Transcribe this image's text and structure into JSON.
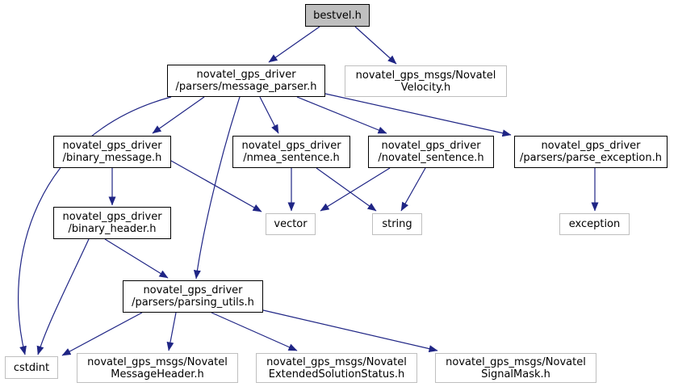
{
  "colors": {
    "edge": "#1f2585",
    "node_border_internal": "#000000",
    "node_border_external": "#bfbfbf",
    "root_fill": "#bfbfbf",
    "node_fill": "#ffffff",
    "text": "#000000",
    "background": "#ffffff"
  },
  "graph": {
    "type": "include-dependency-graph",
    "root": "bestvel.h",
    "nodes": [
      {
        "id": "bestvel",
        "label": "bestvel.h",
        "style": "root",
        "link": false
      },
      {
        "id": "message-parser",
        "label": "novatel_gps_driver\n/parsers/message_parser.h",
        "style": "internal",
        "link": true
      },
      {
        "id": "novatel-velocity",
        "label": "novatel_gps_msgs/Novatel\nVelocity.h",
        "style": "external",
        "link": false
      },
      {
        "id": "binary-message",
        "label": "novatel_gps_driver\n/binary_message.h",
        "style": "internal",
        "link": true
      },
      {
        "id": "nmea-sentence",
        "label": "novatel_gps_driver\n/nmea_sentence.h",
        "style": "internal",
        "link": true
      },
      {
        "id": "novatel-sentence",
        "label": "novatel_gps_driver\n/novatel_sentence.h",
        "style": "internal",
        "link": true
      },
      {
        "id": "parse-exception",
        "label": "novatel_gps_driver\n/parsers/parse_exception.h",
        "style": "internal",
        "link": true
      },
      {
        "id": "binary-header",
        "label": "novatel_gps_driver\n/binary_header.h",
        "style": "internal",
        "link": true
      },
      {
        "id": "vector",
        "label": "vector",
        "style": "external",
        "link": false
      },
      {
        "id": "string",
        "label": "string",
        "style": "external",
        "link": false
      },
      {
        "id": "exception",
        "label": "exception",
        "style": "external",
        "link": false
      },
      {
        "id": "parsing-utils",
        "label": "novatel_gps_driver\n/parsers/parsing_utils.h",
        "style": "internal",
        "link": true
      },
      {
        "id": "cstdint",
        "label": "cstdint",
        "style": "external",
        "link": false
      },
      {
        "id": "novatel-message-header",
        "label": "novatel_gps_msgs/Novatel\nMessageHeader.h",
        "style": "external",
        "link": false
      },
      {
        "id": "novatel-extended-solution-status",
        "label": "novatel_gps_msgs/Novatel\nExtendedSolutionStatus.h",
        "style": "external",
        "link": false
      },
      {
        "id": "novatel-signal-mask",
        "label": "novatel_gps_msgs/Novatel\nSignalMask.h",
        "style": "external",
        "link": false
      }
    ],
    "edges": [
      {
        "from": "bestvel",
        "to": "message-parser"
      },
      {
        "from": "bestvel",
        "to": "novatel-velocity"
      },
      {
        "from": "message-parser",
        "to": "binary-message"
      },
      {
        "from": "message-parser",
        "to": "cstdint"
      },
      {
        "from": "message-parser",
        "to": "nmea-sentence"
      },
      {
        "from": "message-parser",
        "to": "novatel-sentence"
      },
      {
        "from": "message-parser",
        "to": "parse-exception"
      },
      {
        "from": "message-parser",
        "to": "parsing-utils"
      },
      {
        "from": "binary-message",
        "to": "binary-header"
      },
      {
        "from": "binary-message",
        "to": "vector"
      },
      {
        "from": "nmea-sentence",
        "to": "vector"
      },
      {
        "from": "nmea-sentence",
        "to": "string"
      },
      {
        "from": "novatel-sentence",
        "to": "vector"
      },
      {
        "from": "novatel-sentence",
        "to": "string"
      },
      {
        "from": "parse-exception",
        "to": "exception"
      },
      {
        "from": "binary-header",
        "to": "cstdint"
      },
      {
        "from": "binary-header",
        "to": "parsing-utils"
      },
      {
        "from": "parsing-utils",
        "to": "cstdint"
      },
      {
        "from": "parsing-utils",
        "to": "novatel-message-header"
      },
      {
        "from": "parsing-utils",
        "to": "novatel-extended-solution-status"
      },
      {
        "from": "parsing-utils",
        "to": "novatel-signal-mask"
      }
    ]
  }
}
